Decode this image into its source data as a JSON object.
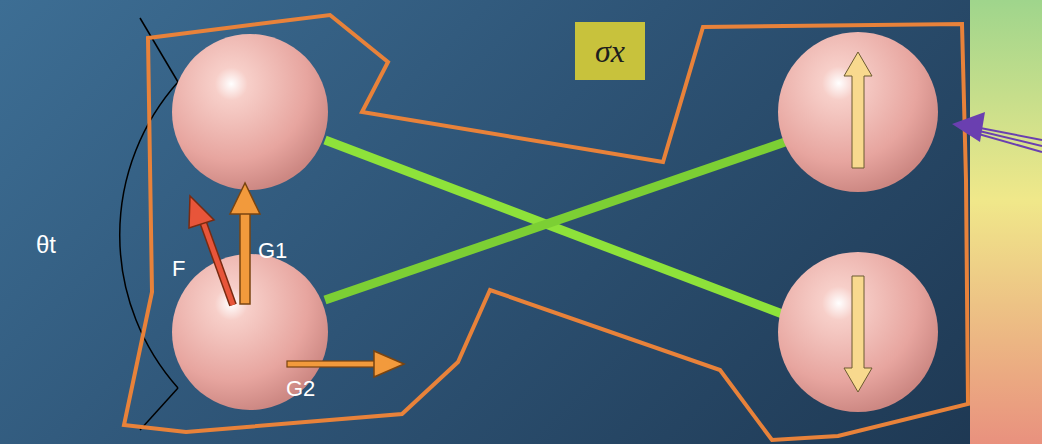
{
  "diagram": {
    "nodes": [
      {
        "text": [
          "σx"
        ]
      }
    ],
    "labels": [
      "θt",
      "F",
      "G1",
      "G2"
    ]
  }
}
